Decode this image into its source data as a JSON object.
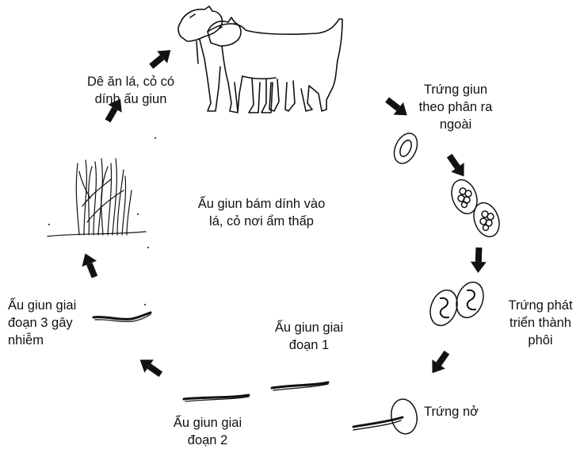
{
  "labels": {
    "goat_eats": "Dê ăn lá, cỏ có\ndính ấu giun",
    "eggs_in_feces": "Trứng giun\ntheo phân ra\nngoài",
    "larvae_cling": "Ấu giun bám dính vào\nlá, cỏ nơi ẩm thấp",
    "egg_embryo": "Trứng phát\ntriển thành\nphôi",
    "egg_hatch": "Trứng nở",
    "larva_stage1": "Ấu giun giai\nđoạn 1",
    "larva_stage2": "Ấu giun giai\nđoạn 2",
    "larva_stage3": "Ấu giun giai\nđoạn 3 gây\nnhiễm"
  },
  "colors": {
    "ink": "#111111",
    "paper": "#ffffff"
  },
  "icons": [
    "goat-illustration",
    "grass-tuft",
    "worm-egg",
    "embryonated-egg",
    "hatching-egg",
    "larva",
    "arrow"
  ]
}
